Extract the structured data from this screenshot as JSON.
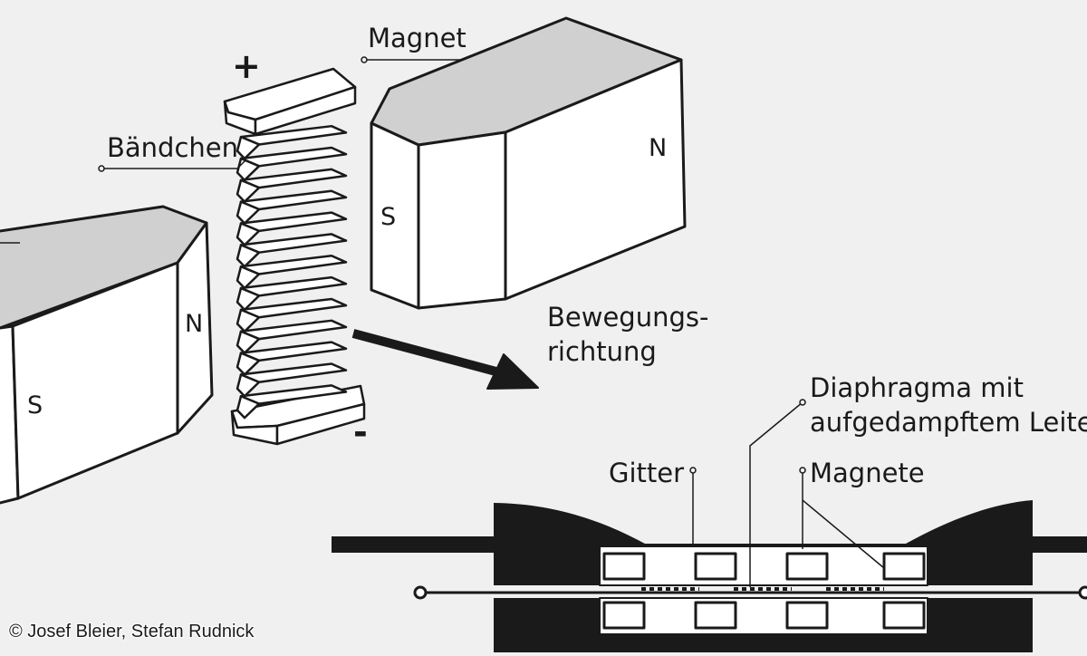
{
  "labels": {
    "magnet": "Magnet",
    "baendchen": "Bändchen",
    "plus": "+",
    "minus": "-",
    "bewegung_line1": "Bewegungs-",
    "bewegung_line2": "richtung",
    "diaphragma_line1": "Diaphragma mit",
    "diaphragma_line2": "aufgedampftem Leiter",
    "gitter": "Gitter",
    "magnete": "Magnete"
  },
  "poles": {
    "right_magnet_north": "N",
    "right_magnet_south": "S",
    "left_magnet_north": "N",
    "left_magnet_south": "S"
  },
  "credit": "© Josef Bleier, Stefan Rudnick",
  "colors": {
    "background": "#f0f0f0",
    "magnet_face": "#ffffff",
    "magnet_top": "#d0d0d0",
    "ink": "#1a1a1a"
  }
}
